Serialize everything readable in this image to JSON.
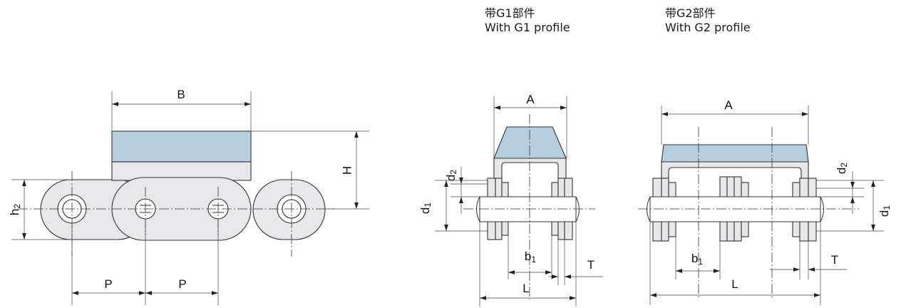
{
  "headers": {
    "g1": {
      "cn": "带G1部件",
      "en": "With G1 profile"
    },
    "g2": {
      "cn": "带G2部件",
      "en": "With G2 profile"
    }
  },
  "side_view": {
    "B": "B",
    "H": "H",
    "h": "h",
    "h_sub": "2",
    "P1": "P",
    "P2": "P"
  },
  "g1_view": {
    "A": "A",
    "d2": "d",
    "d2_sub": "2",
    "d1": "d",
    "d1_sub": "1",
    "b1": "b",
    "b1_sub": "1",
    "T": "T",
    "L": "L"
  },
  "g2_view": {
    "A": "A",
    "d2": "d",
    "d2_sub": "2",
    "d1": "d",
    "d1_sub": "1",
    "b1": "b",
    "b1_sub": "1",
    "T": "T",
    "L": "L"
  },
  "colors": {
    "top_plate": "#b6cfdf",
    "body": "#e6e8ec",
    "line": "#333333"
  }
}
